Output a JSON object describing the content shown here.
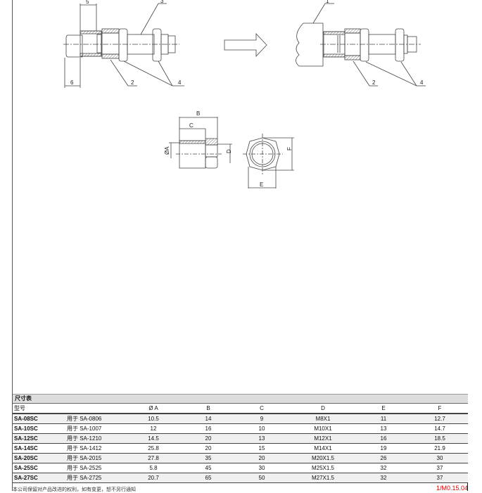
{
  "drawing": {
    "callouts_left": [
      "5",
      "3",
      "6",
      "2",
      "4"
    ],
    "callouts_right": [
      "1",
      "2",
      "4"
    ],
    "dims": [
      "B",
      "C",
      "ØA",
      "D",
      "E",
      "F"
    ]
  },
  "table": {
    "title": "尺寸表",
    "headers": [
      "型号",
      "",
      "Ø A",
      "B",
      "C",
      "D",
      "E",
      "F"
    ],
    "rows": [
      [
        "SA-08SC",
        "用于 SA-0806",
        "10.5",
        "14",
        "9",
        "M8X1",
        "11",
        "12.7"
      ],
      [
        "SA-10SC",
        "用于 SA-1007",
        "12",
        "16",
        "10",
        "M10X1",
        "13",
        "14.7"
      ],
      [
        "SA-12SC",
        "用于 SA-1210",
        "14.5",
        "20",
        "13",
        "M12X1",
        "16",
        "18.5"
      ],
      [
        "SA-14SC",
        "用于 SA-1412",
        "25.8",
        "20",
        "15",
        "M14X1",
        "19",
        "21.9"
      ],
      [
        "SA-20SC",
        "用于 SA-2015",
        "27.8",
        "35",
        "20",
        "M20X1.5",
        "26",
        "30"
      ],
      [
        "SA-25SC",
        "用于 SA-2525",
        "5.8",
        "45",
        "30",
        "M25X1.5",
        "32",
        "37"
      ],
      [
        "SA-27SC",
        "用于 SA-2725",
        "20.7",
        "65",
        "50",
        "M27X1.5",
        "32",
        "37"
      ]
    ]
  },
  "footer": {
    "note": "本公司保留对产品改进的权利，如有变更，恕不另行通知",
    "page": "1/M0.15.04"
  }
}
